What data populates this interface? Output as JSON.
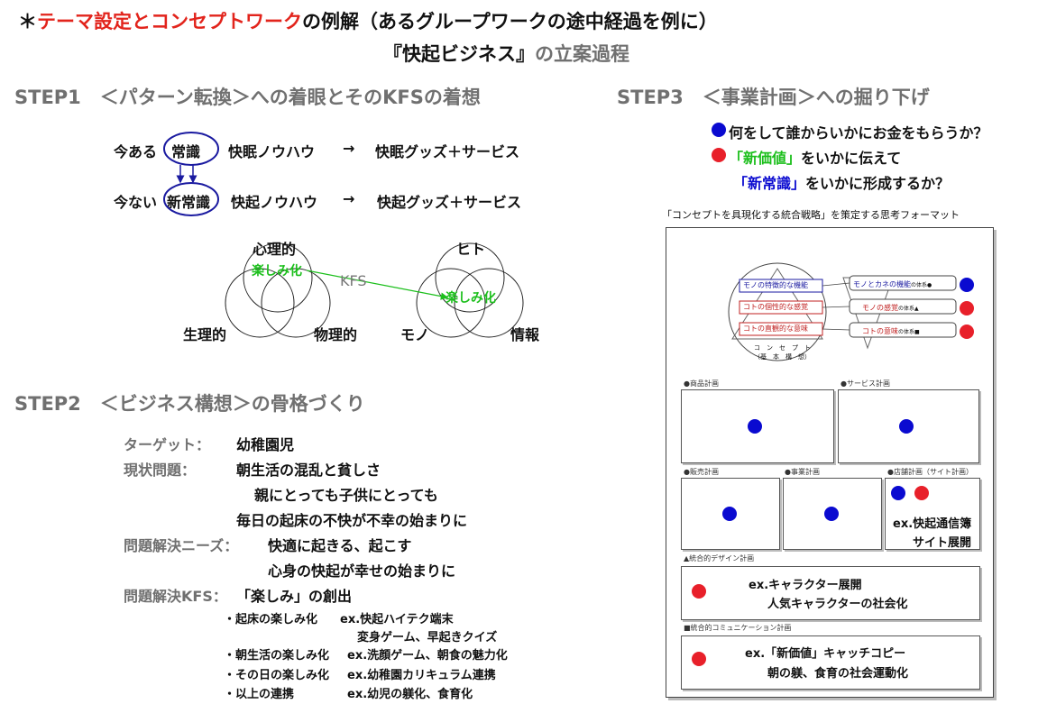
{
  "header": {
    "mark": "＊",
    "title_red": "テーマ設定とコンセプトワーク",
    "title_rest": "の例解（あるグループワークの途中経過を例に）",
    "subtitle_main": "『快起ビジネス』",
    "subtitle_rest": "の立案過程"
  },
  "step1": {
    "heading": "STEP1　＜パターン転換＞への着眼とそのKFSの着想",
    "row1": {
      "prefix": "今ある",
      "circled": "常識",
      "know": "快眠ノウハウ",
      "arrow": "→",
      "result": "快眠グッズ＋サービス"
    },
    "row2": {
      "prefix": "今ない",
      "circled": "新常識",
      "know": "快起ノウハウ",
      "arrow": "→",
      "result": "快起グッズ＋サービス"
    },
    "venn_left": {
      "top": "心理的",
      "left": "生理的",
      "right": "物理的",
      "center": "楽しみ化"
    },
    "venn_right": {
      "top": "ヒト",
      "left": "モノ",
      "right": "情報",
      "center": "楽しみ化"
    },
    "kfs": "KFS"
  },
  "step2": {
    "heading": "STEP2　＜ビジネス構想＞の骨格づくり",
    "target_label": "ターゲット：",
    "target_value": "幼稚園児",
    "problem_label": "現状問題：",
    "problem_lines": [
      "朝生活の混乱と貧しさ",
      "親にとっても子供にとっても",
      "毎日の起床の不快が不幸の始まりに"
    ],
    "needs_label": "問題解決ニーズ：",
    "needs_lines": [
      "快適に起きる、起こす",
      "心身の快起が幸せの始まりに"
    ],
    "kfs_label": "問題解決KFS：",
    "kfs_value": "「楽しみ」の創出",
    "bullets": [
      {
        "left": "・起床の楽しみ化",
        "right": "ex.快起ハイテク端末"
      },
      {
        "left": "",
        "right": "変身ゲーム、早起きクイズ"
      },
      {
        "left": "・朝生活の楽しみ化",
        "right": "ex.洗顔ゲーム、朝食の魅力化"
      },
      {
        "left": "・その日の楽しみ化",
        "right": "ex.幼稚園カリキュラム連携"
      },
      {
        "left": "・以上の連携",
        "right": "ex.幼児の躾化、食育化"
      }
    ]
  },
  "step3": {
    "heading": "STEP3　＜事業計画＞への掘り下げ",
    "q1": "何をして誰からいかにお金をもらうか？",
    "q2_quote": "「新価値」",
    "q2_rest": "をいかに伝えて",
    "q3_quote": "「新常識」",
    "q3_rest": "をいかに形成するか？",
    "format_title": "「コンセプトを具現化する統合戦略」を策定する思考フォーマット",
    "concept": {
      "row1_left": "モノの特徴的な機能",
      "row2_left": "コトの個性的な感覚",
      "row3_left": "コトの直観的な意味",
      "row1_right": "モノとカネの機能",
      "row2_right": "モノの感覚",
      "row3_right": "コトの意味",
      "row1_suffix": "の体系●",
      "row2_suffix": "の体系▲",
      "row3_suffix": "の体系■",
      "core1": "コ　ン　セ　プ　ト",
      "core2": "（基　本　構　想）"
    },
    "sections": {
      "product": "●商品計画",
      "service": "●サービス計画",
      "sales": "●販売計画",
      "business": "●事業計画",
      "store": "●店舗計画（サイト計画）",
      "design": "▲統合的デザイン計画",
      "comm": "■統合的コミュニケーション計画"
    },
    "store_text": [
      "ex.快起通信簿",
      "サイト展開"
    ],
    "design_text": [
      "ex.キャラクター展開",
      "人気キャラクターの社会化"
    ],
    "comm_text": [
      "ex.「新価値」キャッチコピー",
      "朝の躾、食育の社会運動化"
    ]
  },
  "colors": {
    "red": "#e2241c",
    "blue": "#0a0ad0",
    "green": "#1cbf1c",
    "gray": "#707070"
  }
}
